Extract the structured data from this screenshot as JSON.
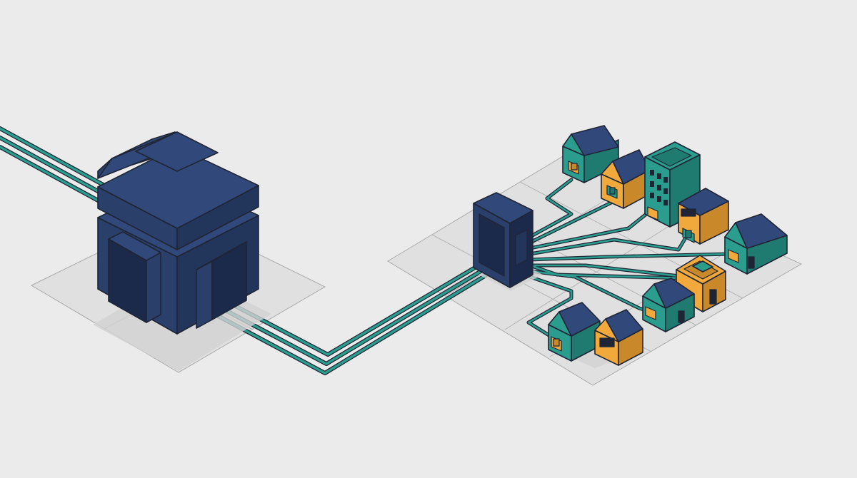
{
  "colors": {
    "background": "#ebebeb",
    "navy_top": "#31497a",
    "navy_left": "#2a3f6a",
    "navy_right": "#22355b",
    "navy_dark": "#1b2a4a",
    "teal": "#2a9d8f",
    "teal_dark": "#1f7a70",
    "orange": "#f0a93a",
    "orange_dark": "#c9892a",
    "outline": "#1f2535",
    "plate": "#e0e0e0"
  },
  "diagram": {
    "nodes": [
      {
        "id": "power-plant",
        "kind": "generator"
      },
      {
        "id": "distribution-cabinet",
        "kind": "substation"
      },
      {
        "id": "house-1",
        "kind": "house",
        "color": "teal"
      },
      {
        "id": "house-2",
        "kind": "house",
        "color": "orange"
      },
      {
        "id": "office-tower",
        "kind": "building",
        "color": "teal"
      },
      {
        "id": "house-3",
        "kind": "house",
        "color": "orange"
      },
      {
        "id": "house-4",
        "kind": "house",
        "color": "teal"
      },
      {
        "id": "shop-building",
        "kind": "building",
        "color": "orange"
      },
      {
        "id": "house-5",
        "kind": "house",
        "color": "teal"
      },
      {
        "id": "house-6",
        "kind": "house",
        "color": "teal"
      },
      {
        "id": "house-7",
        "kind": "house",
        "color": "orange"
      }
    ],
    "edges": [
      {
        "from": "offscreen-feed",
        "to": "power-plant"
      },
      {
        "from": "power-plant",
        "to": "distribution-cabinet"
      },
      {
        "from": "distribution-cabinet",
        "to": "house-1"
      },
      {
        "from": "distribution-cabinet",
        "to": "house-2"
      },
      {
        "from": "distribution-cabinet",
        "to": "office-tower"
      },
      {
        "from": "distribution-cabinet",
        "to": "house-3"
      },
      {
        "from": "distribution-cabinet",
        "to": "house-4"
      },
      {
        "from": "distribution-cabinet",
        "to": "shop-building"
      },
      {
        "from": "distribution-cabinet",
        "to": "house-5"
      },
      {
        "from": "distribution-cabinet",
        "to": "house-6"
      },
      {
        "from": "distribution-cabinet",
        "to": "house-7"
      }
    ]
  }
}
